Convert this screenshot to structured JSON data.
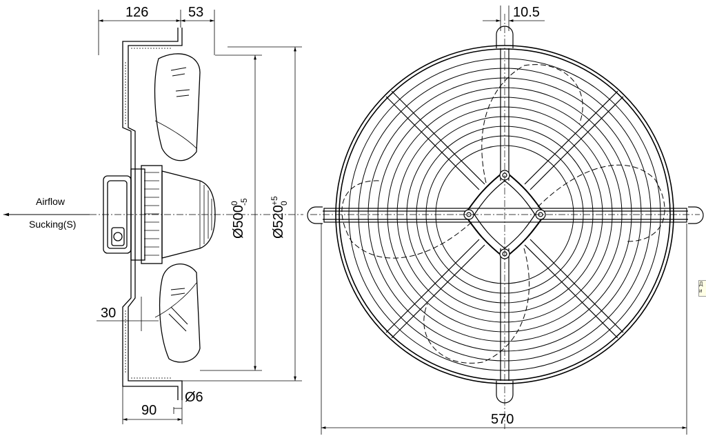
{
  "dimensions": {
    "d126": "126",
    "d53": "53",
    "d10_5": "10.5",
    "d30": "30",
    "d90": "90",
    "d6": "Ø6",
    "d570": "570",
    "d500": "Ø500",
    "d500_tol_upper": "0",
    "d500_tol_lower": "-5",
    "d520": "Ø520",
    "d520_tol_upper": "+5",
    "d520_tol_lower": "0"
  },
  "labels": {
    "airflow": "Airflow",
    "sucking": "Sucking(S)"
  },
  "side_note": {
    "line1": "Д",
    "line2": "и"
  }
}
